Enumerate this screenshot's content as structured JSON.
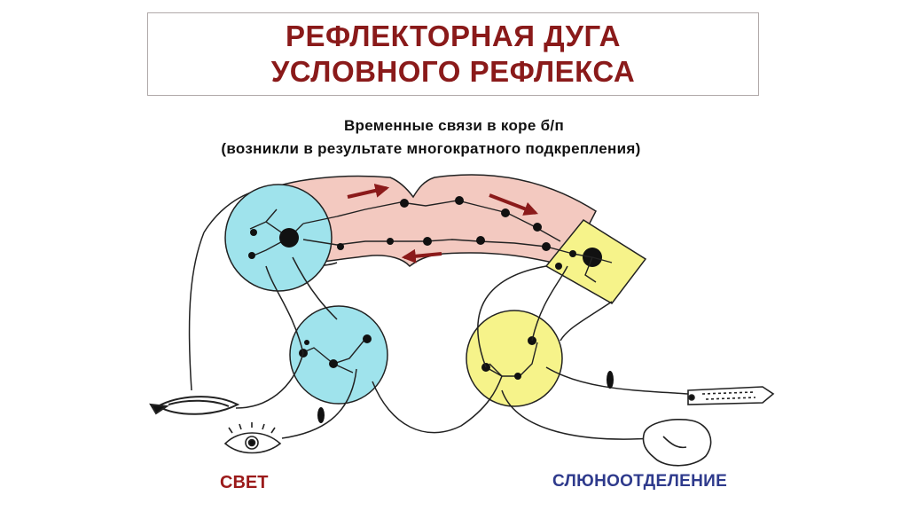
{
  "title": {
    "line1": "РЕФЛЕКТОРНАЯ ДУГА",
    "line2": "УСЛОВНОГО РЕФЛЕКСА"
  },
  "subtitle": {
    "line1": "Временные связи в коре б/п",
    "line2": "(возникли в результате многократного подкрепления)"
  },
  "labels": {
    "light": "СВЕТ",
    "salivation": "СЛЮНООТДЕЛЕНИЕ"
  },
  "colors": {
    "title": "#8a1a1a",
    "cortex": "#f3c9c0",
    "visual_center": "#9fe3ec",
    "salivary_center": "#f6f38a",
    "arrow": "#8b1a1a",
    "light_label": "#9b1a1a",
    "saliva_label": "#2e3a8c"
  },
  "icons": {
    "eye": "eye-icon",
    "mouth": "mouth-icon",
    "gland": "salivary-gland-icon"
  }
}
